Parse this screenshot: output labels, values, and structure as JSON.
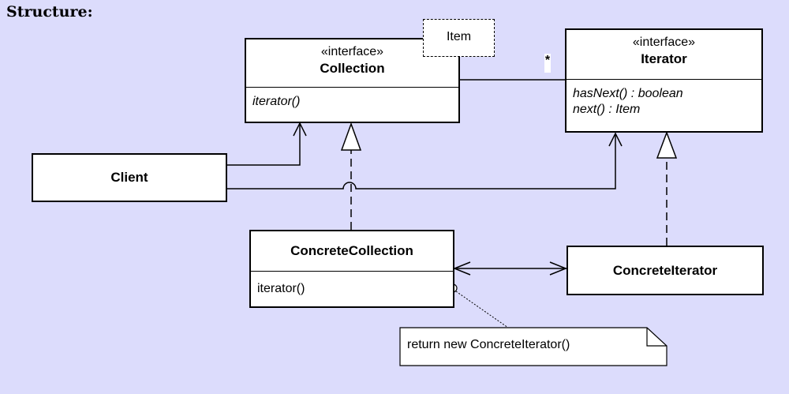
{
  "heading": "Structure:",
  "collection": {
    "stereotype": "«interface»",
    "name": "Collection",
    "operations": [
      "iterator()"
    ]
  },
  "iterator": {
    "stereotype": "«interface»",
    "name": "Iterator",
    "operations": [
      "hasNext() : boolean",
      "next() : Item"
    ]
  },
  "template_param": "Item",
  "multiplicity": "*",
  "client": {
    "name": "Client"
  },
  "concrete_collection": {
    "name": "ConcreteCollection",
    "operations": [
      "iterator()"
    ]
  },
  "concrete_iterator": {
    "name": "ConcreteIterator"
  },
  "note": "return new ConcreteIterator()"
}
